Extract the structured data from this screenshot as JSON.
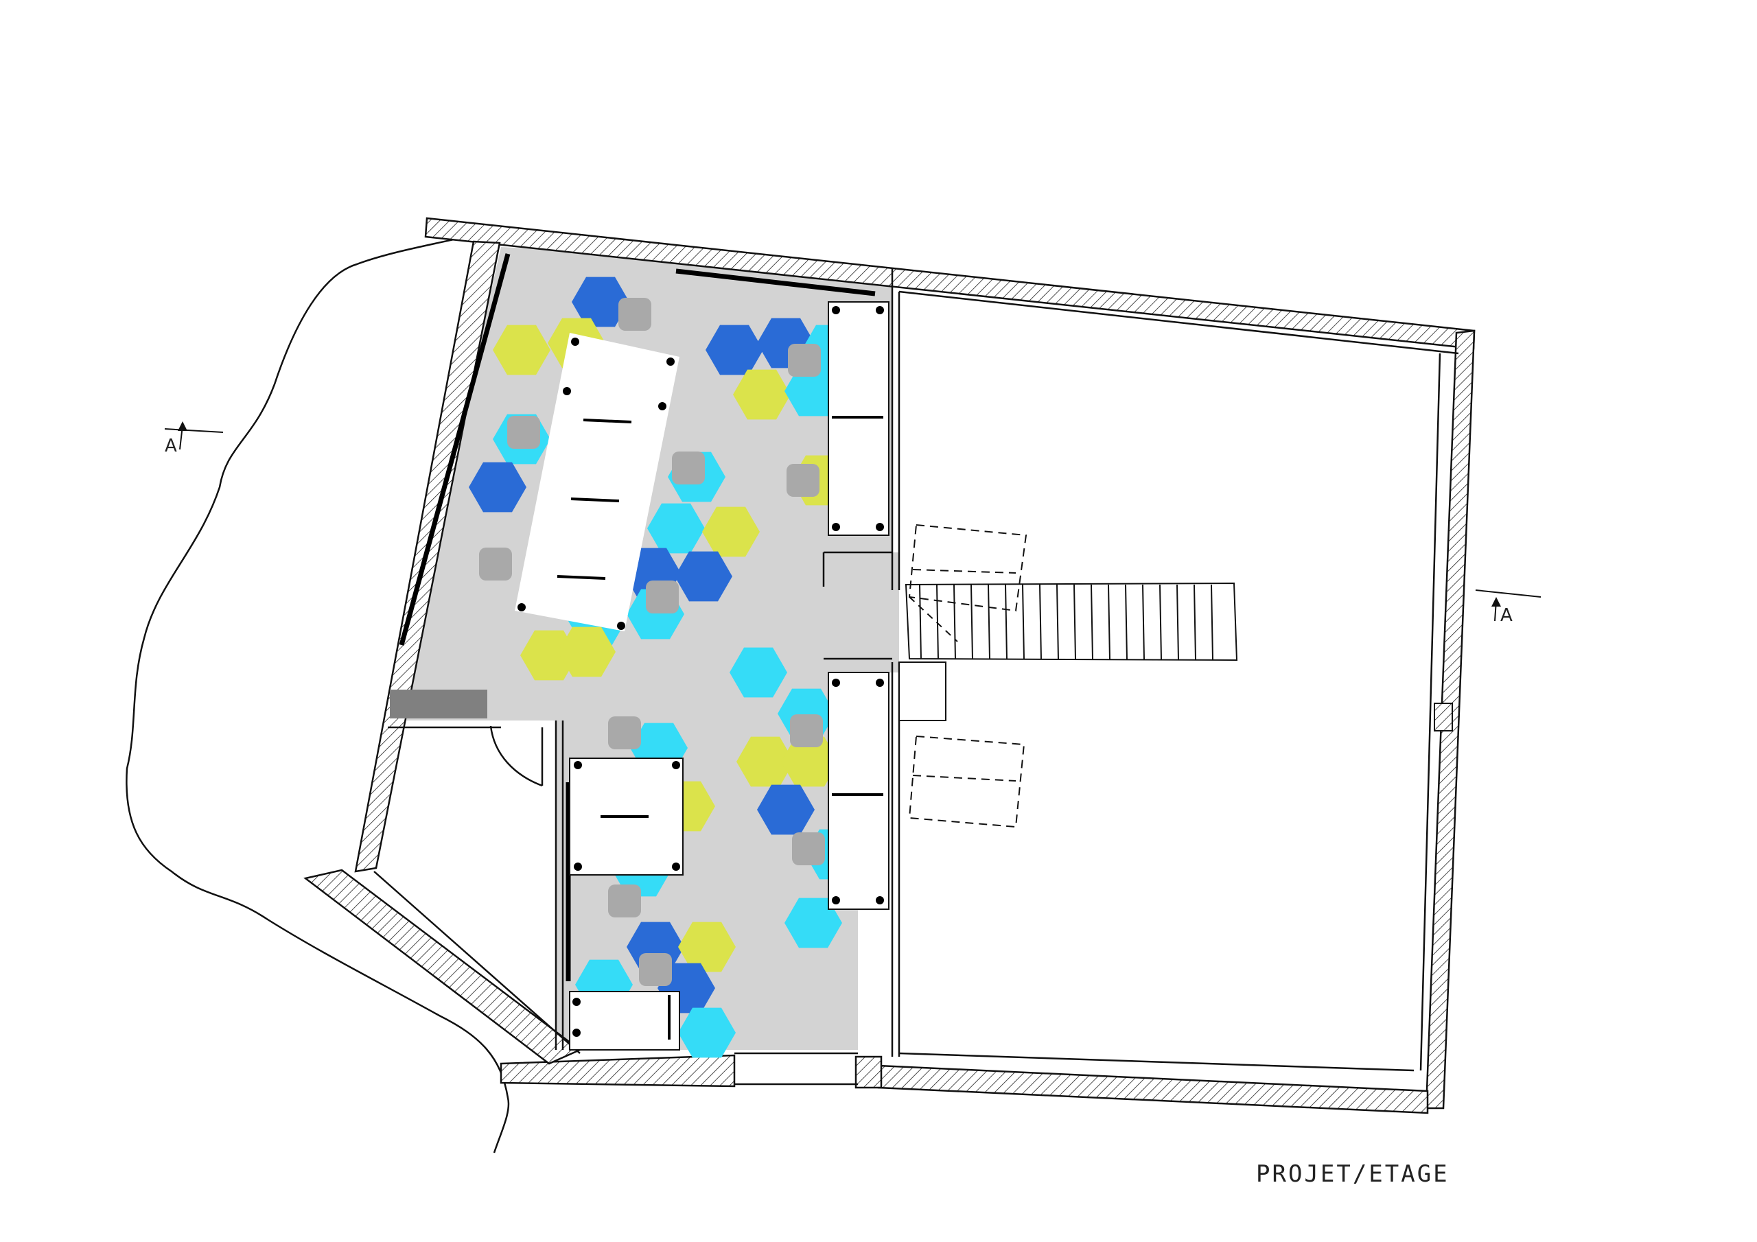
{
  "drawing": {
    "title": "PROJET/ETAGE",
    "section_marker_left": "A",
    "section_marker_right": "A"
  },
  "colors": {
    "wall_hatch": "#222222",
    "floor": "#d3d3d3",
    "hex_dark_blue": "#2a6bd6",
    "hex_cyan": "#35dcf7",
    "hex_lime": "#dbe34b",
    "stool": "#a9a9a9",
    "bench": "#808080",
    "line": "#111111"
  },
  "icons": {
    "section_arrow": "up-arrow-icon",
    "table_leg": "dot-icon"
  }
}
